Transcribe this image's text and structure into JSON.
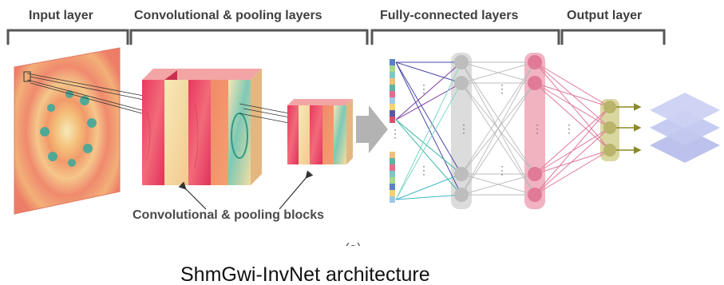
{
  "headers": {
    "input": "Input layer",
    "conv": "Convolutional & pooling layers",
    "fc": "Fully-connected layers",
    "output": "Output layer"
  },
  "blocks_label": "Convolutional & pooling blocks",
  "subfig_label": "(a)",
  "caption": "ShmGwi-InvNet architecture",
  "colors": {
    "conv_red": "#e64a6a",
    "hidden_pink": "#e58ea3",
    "output_olive": "#b8b46a",
    "output_planes": "#b9bfeb",
    "arrow_gray": "#b3b3b3",
    "text_gray": "#3f3f3f"
  }
}
